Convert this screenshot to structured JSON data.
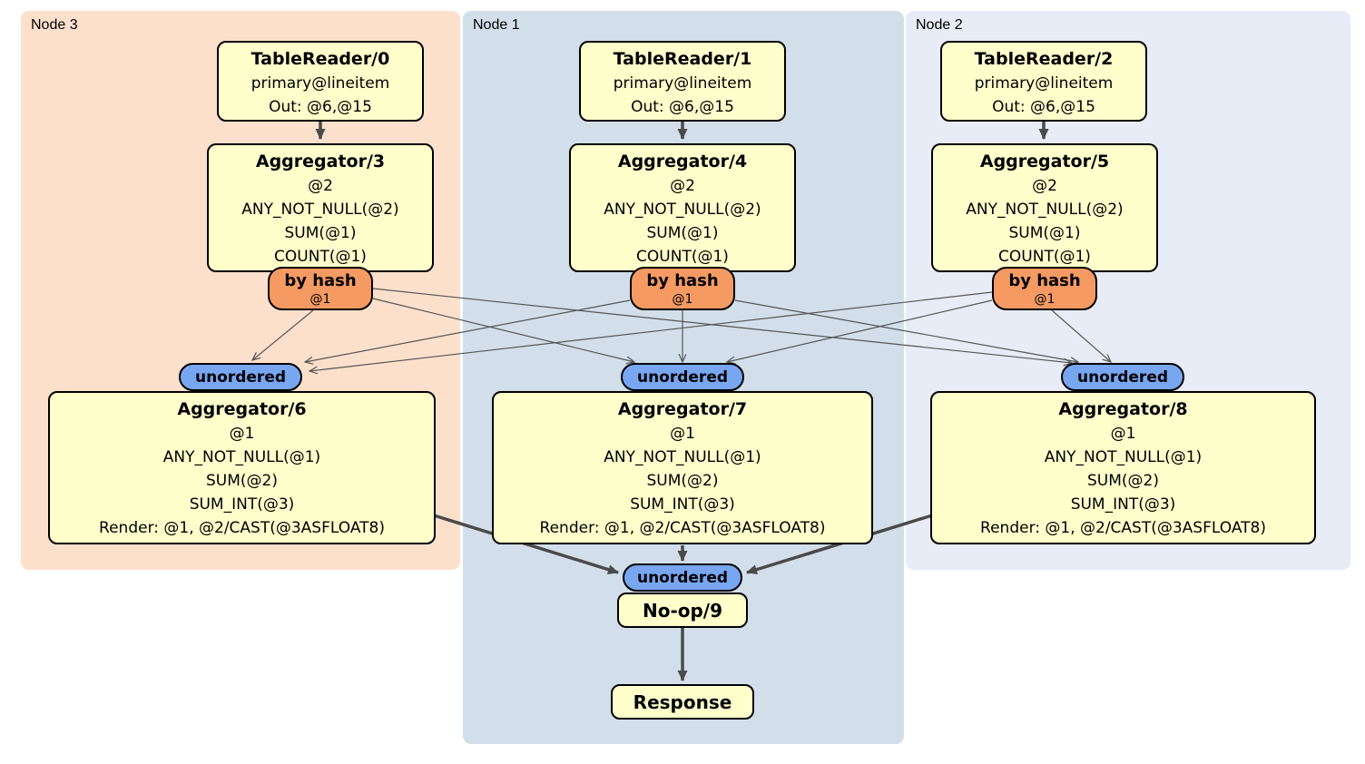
{
  "colors": {
    "node3_bg": "#fde0cc",
    "node1_bg": "#d2dfea",
    "node2_bg": "#e8ecf6",
    "box_fill": "#ffffcc",
    "hash_fill": "#f49a62",
    "stream_fill": "#78a6f1",
    "edge_thick": "#4a4a4a",
    "edge_thin": "#555555"
  },
  "regions": {
    "node3": {
      "label": "Node 3",
      "table_reader": {
        "title": "TableReader/0",
        "index": "primary@lineitem",
        "out": "Out: @6,@15"
      },
      "aggregator": {
        "title": "Aggregator/3",
        "lines": [
          "@2",
          "ANY_NOT_NULL(@2)",
          "SUM(@1)",
          "COUNT(@1)"
        ]
      },
      "router": {
        "label": "by hash",
        "key": "@1"
      },
      "stream": {
        "label": "unordered"
      },
      "final_aggregator": {
        "title": "Aggregator/6",
        "lines": [
          "@1",
          "ANY_NOT_NULL(@1)",
          "SUM(@2)",
          "SUM_INT(@3)",
          "Render: @1, @2/CAST(@3ASFLOAT8)"
        ]
      }
    },
    "node1": {
      "label": "Node 1",
      "table_reader": {
        "title": "TableReader/1",
        "index": "primary@lineitem",
        "out": "Out: @6,@15"
      },
      "aggregator": {
        "title": "Aggregator/4",
        "lines": [
          "@2",
          "ANY_NOT_NULL(@2)",
          "SUM(@1)",
          "COUNT(@1)"
        ]
      },
      "router": {
        "label": "by hash",
        "key": "@1"
      },
      "stream": {
        "label": "unordered"
      },
      "final_aggregator": {
        "title": "Aggregator/7",
        "lines": [
          "@1",
          "ANY_NOT_NULL(@1)",
          "SUM(@2)",
          "SUM_INT(@3)",
          "Render: @1, @2/CAST(@3ASFLOAT8)"
        ]
      }
    },
    "node2": {
      "label": "Node 2",
      "table_reader": {
        "title": "TableReader/2",
        "index": "primary@lineitem",
        "out": "Out: @6,@15"
      },
      "aggregator": {
        "title": "Aggregator/5",
        "lines": [
          "@2",
          "ANY_NOT_NULL(@2)",
          "SUM(@1)",
          "COUNT(@1)"
        ]
      },
      "router": {
        "label": "by hash",
        "key": "@1"
      },
      "stream": {
        "label": "unordered"
      },
      "final_aggregator": {
        "title": "Aggregator/8",
        "lines": [
          "@1",
          "ANY_NOT_NULL(@1)",
          "SUM(@2)",
          "SUM_INT(@3)",
          "Render: @1, @2/CAST(@3ASFLOAT8)"
        ]
      }
    }
  },
  "sink": {
    "stream": {
      "label": "unordered"
    },
    "noop": {
      "title": "No-op/9"
    },
    "response": {
      "title": "Response"
    }
  }
}
